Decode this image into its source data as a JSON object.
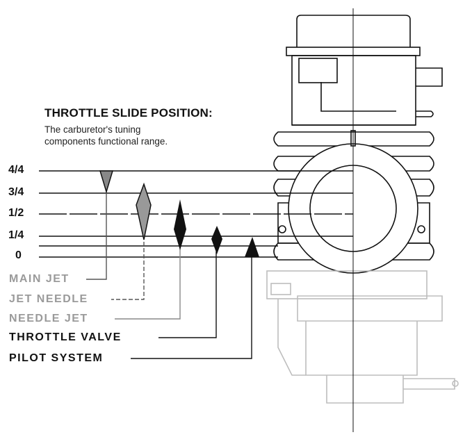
{
  "diagram": {
    "title": "THROTTLE SLIDE POSITION:",
    "subtitle_line1": "The carburetor's tuning",
    "subtitle_line2": "components functional range.",
    "positions": [
      "4/4",
      "3/4",
      "1/2",
      "1/4",
      "0"
    ],
    "components": [
      {
        "label": "MAIN JET",
        "color": "#9a9a9a"
      },
      {
        "label": "JET NEEDLE",
        "color": "#9a9a9a"
      },
      {
        "label": "NEEDLE JET",
        "color": "#9a9a9a"
      },
      {
        "label": "THROTTLE VALVE",
        "color": "#111111"
      },
      {
        "label": "PILOT SYSTEM",
        "color": "#111111"
      }
    ]
  }
}
